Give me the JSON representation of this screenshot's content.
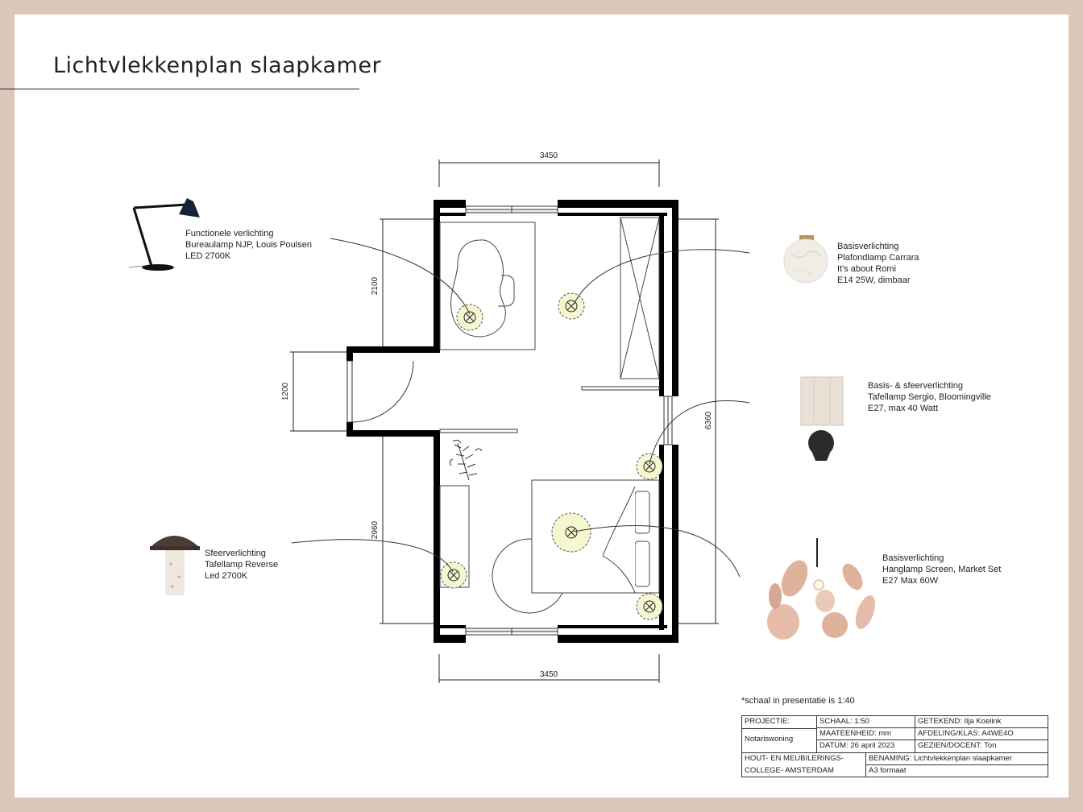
{
  "title": "Lichtvlekkenplan slaapkamer",
  "dimensions": {
    "top_width": "3450",
    "bottom_width": "3450",
    "left_upper": "2100",
    "left_door": "1200",
    "left_lower": "2960",
    "right_total": "6360"
  },
  "lights": [
    {
      "lines": [
        "Functionele  verlichting",
        "Bureaulamp NJP, Louis Poulsen",
        "LED 2700K"
      ],
      "icon": "desk-lamp-icon"
    },
    {
      "lines": [
        "Basisverlichting",
        "Plafondlamp Carrara",
        "It's about Romi",
        "E14 25W, dimbaar"
      ],
      "icon": "ceiling-lamp-icon"
    },
    {
      "lines": [
        "Basis- & sfeerverlichting",
        "Tafellamp Sergio, Bloomingville",
        "E27, max 40 Watt"
      ],
      "icon": "table-lamp-icon"
    },
    {
      "lines": [
        "Sfeerverlichting",
        "Tafellamp Reverse",
        "Led 2700K"
      ],
      "icon": "mushroom-lamp-icon"
    },
    {
      "lines": [
        "Basisverlichting",
        "Hanglamp Screen, Market Set",
        "E27 Max 60W"
      ],
      "icon": "pendant-lamp-icon"
    }
  ],
  "note": "*schaal in presentatie is 1:40",
  "title_block": {
    "projectie_label": "PROJECTIE:",
    "projectie_value": "Notariswoning",
    "schaal": "SCHAAL: 1:50",
    "maateenheid": "MAATEENHEID: mm",
    "datum": "DATUM: 26 april 2023",
    "getekend": "GETEKEND: Ilja Koelink",
    "afdeling": "AFDELING/KLAS: A4WE4O",
    "gezien": "GEZIEN/DOCENT: Ton",
    "school_line1": "HOUT- EN MEUBILERINGS-",
    "school_line2": "COLLEGE- AMSTERDAM",
    "benaming": "BENAMING: Lichtvlekkenplan slaapkamer",
    "formaat": "A3 formaat"
  },
  "colors": {
    "background": "#dcc7bb",
    "light_spot": "#f4f7cf",
    "wall": "#000000"
  }
}
